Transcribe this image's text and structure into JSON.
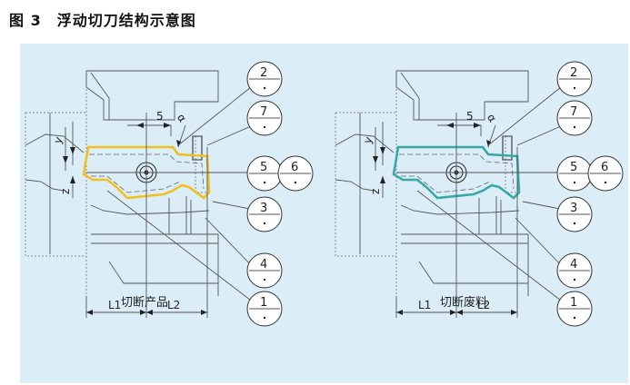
{
  "figure_title": "图 3　浮动切刀结构示意图",
  "colors": {
    "panel": "#dbeef8",
    "product_outline": "#f0c020",
    "waste_outline": "#3aa7a7"
  },
  "diagrams": [
    {
      "caption": "切断产品",
      "dims": {
        "l1": "L1",
        "l2": "L2",
        "gap": "5",
        "alpha": "α",
        "y": "y",
        "z": "z"
      },
      "balloons": [
        "2",
        "7",
        "5",
        "6",
        "3",
        "4",
        "1"
      ]
    },
    {
      "caption": "切断废料",
      "dims": {
        "l1": "L1",
        "l2": "L2",
        "gap": "5",
        "alpha": "α",
        "y": "y",
        "z": "z"
      },
      "balloons": [
        "2",
        "7",
        "5",
        "6",
        "3",
        "4",
        "1"
      ]
    }
  ]
}
